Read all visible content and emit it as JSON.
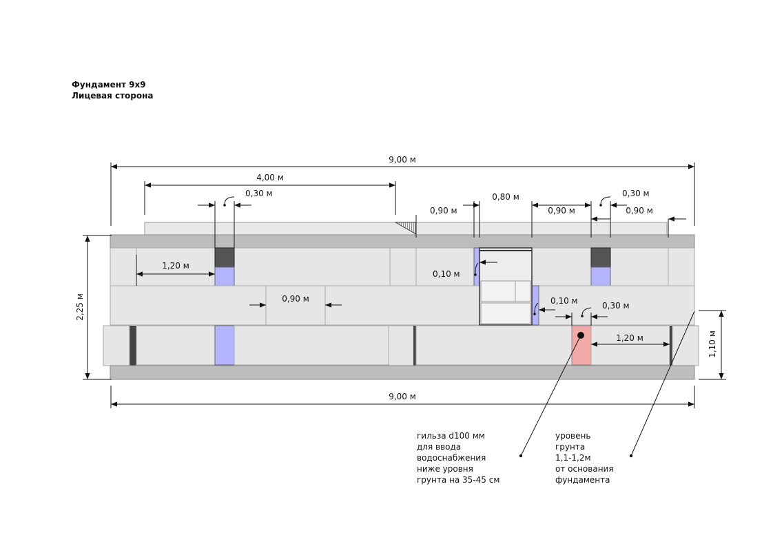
{
  "title": {
    "line1": "Фундамент 9х9",
    "line2": "Лицевая сторона"
  },
  "dimensions": {
    "total_top": "9,00 м",
    "total_bottom": "9,00 м",
    "d_400": "4,00 м",
    "vent_left": "0,30 м",
    "d_090_a": "0,90 м",
    "d_080": "0,80 м",
    "d_090_b": "0,90 м",
    "vent_right": "0,30 м",
    "d_090_c": "0,90 м",
    "d_120_left": "1,20 м",
    "d_010_a": "0,10 м",
    "d_090_mid": "0,90 м",
    "d_010_b": "0,10 м",
    "d_030_sleeve": "0,30 м",
    "d_120_right": "1,20 м",
    "height_total": "2,25 м",
    "height_ground": "1,10 м"
  },
  "notes": {
    "sleeve": [
      "гильза d100 мм",
      "для ввода",
      "водоснабжения",
      "ниже уровня",
      "грунта на 35-45 см"
    ],
    "ground": [
      "уровень",
      "грунта",
      "1,1-1,2м",
      "от основания",
      "фундамента"
    ]
  },
  "colors": {
    "block": "#e6e6e6",
    "slab": "#bdbdbd",
    "vent": "#b4b4ff",
    "sleeve": "#f4a9a9",
    "dark": "#444444"
  }
}
